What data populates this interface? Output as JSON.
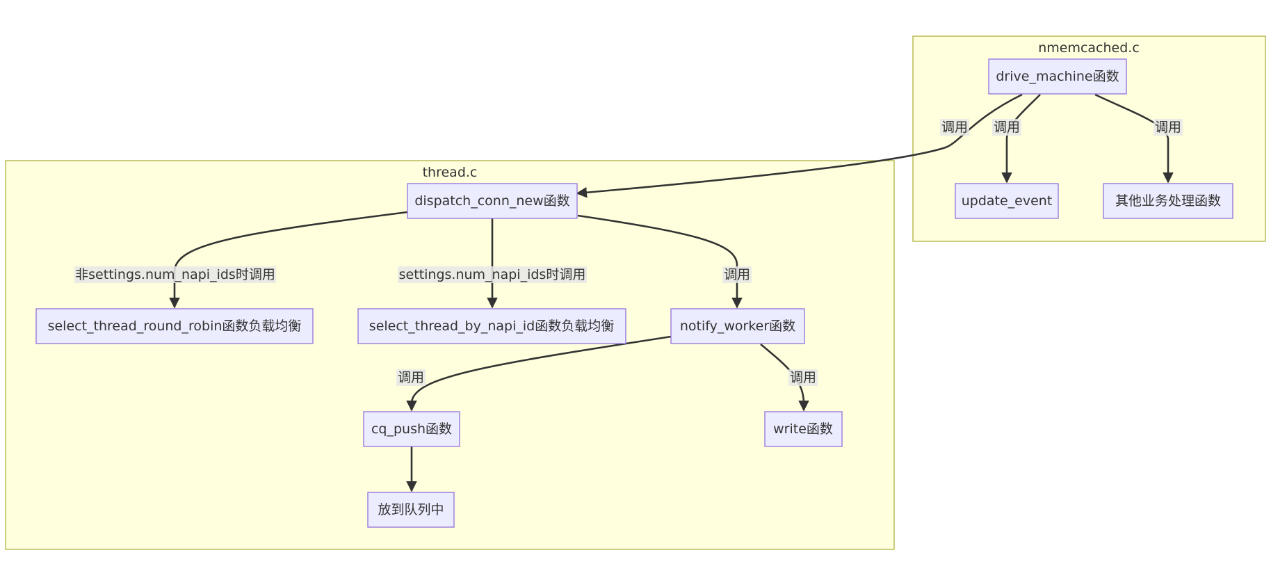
{
  "clusters": {
    "nmemcached": {
      "label": "nmemcached.c"
    },
    "thread": {
      "label": "thread.c"
    }
  },
  "nodes": {
    "drive_machine": "drive_machine函数",
    "update_event": "update_event",
    "other_business": "其他业务处理函数",
    "dispatch_conn_new": "dispatch_conn_new函数",
    "select_round_robin": "select_thread_round_robin函数负载均衡",
    "select_by_napi": "select_thread_by_napi_id函数负载均衡",
    "notify_worker": "notify_worker函数",
    "cq_push": "cq_push函数",
    "write": "write函数",
    "enqueue": "放到队列中"
  },
  "edges": [
    {
      "id": "drive-to-dispatch",
      "from": "drive_machine",
      "to": "dispatch_conn_new",
      "label": "调用"
    },
    {
      "id": "drive-to-update",
      "from": "drive_machine",
      "to": "update_event",
      "label": "调用"
    },
    {
      "id": "drive-to-other",
      "from": "drive_machine",
      "to": "other_business",
      "label": "调用"
    },
    {
      "id": "dispatch-to-roundrobin",
      "from": "dispatch_conn_new",
      "to": "select_round_robin",
      "label": "非settings.num_napi_ids时调用"
    },
    {
      "id": "dispatch-to-napi",
      "from": "dispatch_conn_new",
      "to": "select_by_napi",
      "label": "settings.num_napi_ids时调用"
    },
    {
      "id": "dispatch-to-notify",
      "from": "dispatch_conn_new",
      "to": "notify_worker",
      "label": "调用"
    },
    {
      "id": "notify-to-cqpush",
      "from": "notify_worker",
      "to": "cq_push",
      "label": "调用"
    },
    {
      "id": "notify-to-write",
      "from": "notify_worker",
      "to": "write",
      "label": "调用"
    },
    {
      "id": "cqpush-to-enqueue",
      "from": "cq_push",
      "to": "enqueue",
      "label": ""
    }
  ],
  "colors": {
    "cluster_fill": "#ffffde",
    "cluster_stroke": "#aaaa33",
    "node_fill": "#ececff",
    "node_stroke": "#9370db",
    "edge": "#333333",
    "edge_label_bg": "#e8e8e8"
  }
}
